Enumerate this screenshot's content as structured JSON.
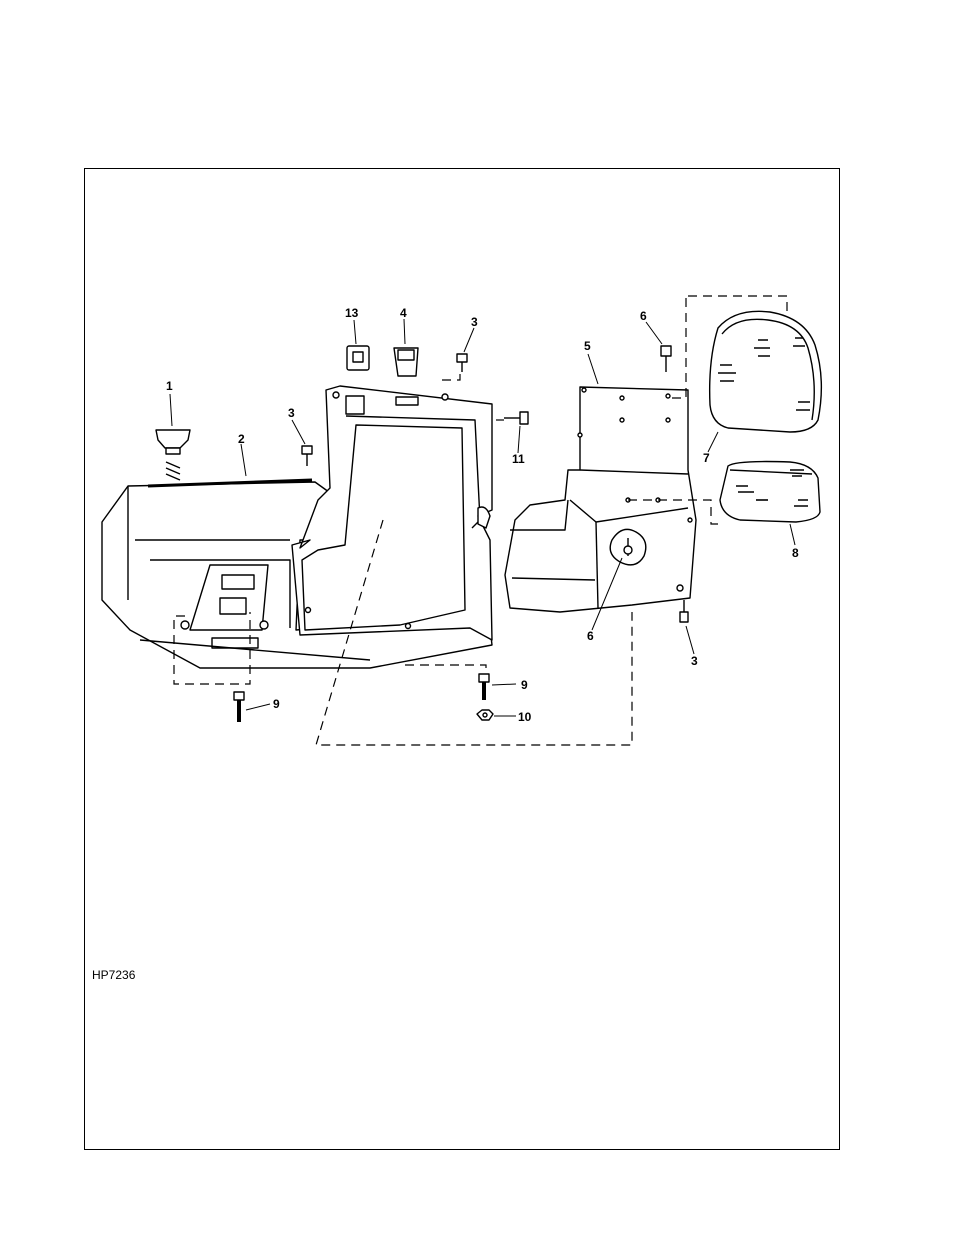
{
  "figure": {
    "code": "HP7236",
    "colors": {
      "line": "#000000",
      "background": "#ffffff",
      "fill": "#ffffff"
    }
  },
  "callouts": {
    "c1": "1",
    "c2": "2",
    "c3a": "3",
    "c3b": "3",
    "c3c": "3",
    "c4": "4",
    "c5": "5",
    "c6a": "6",
    "c6b": "6",
    "c7": "7",
    "c8": "8",
    "c9a": "9",
    "c9b": "9",
    "c10": "10",
    "c11": "11",
    "c13": "13"
  }
}
